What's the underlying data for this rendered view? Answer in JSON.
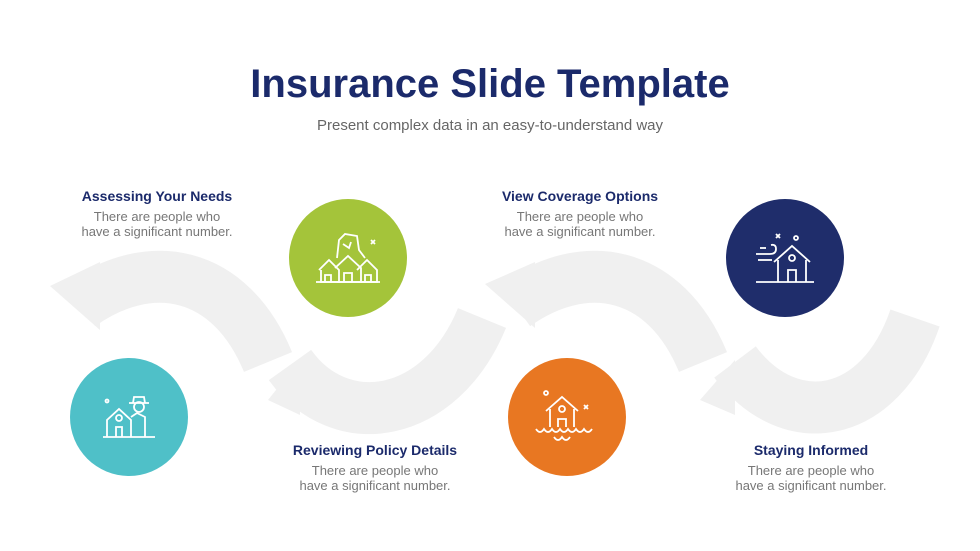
{
  "title": "Insurance Slide Template",
  "subtitle": "Present complex data in an easy-to-understand way",
  "steps": [
    {
      "heading": "Assessing Your Needs",
      "line1": "There are people who",
      "line2": "have a significant number.",
      "color": "#4fc0c8",
      "icon": "house-farmer-icon"
    },
    {
      "heading": "Reviewing Policy Details",
      "line1": "There are people who",
      "line2": "have a significant number.",
      "color": "#a4c43a",
      "icon": "landslide-houses-icon"
    },
    {
      "heading": "View Coverage Options",
      "line1": "There are people who",
      "line2": "have a significant number.",
      "color": "#e87722",
      "icon": "flooded-house-icon"
    },
    {
      "heading": "Staying Informed",
      "line1": "There are people who",
      "line2": "have a significant number.",
      "color": "#1f2d6b",
      "icon": "windstorm-house-icon"
    }
  ]
}
